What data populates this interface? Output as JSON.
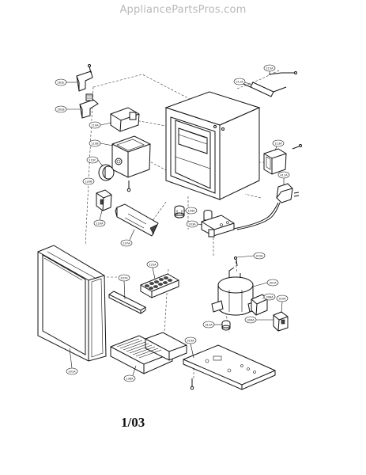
{
  "watermark": "AppliancePartsPros.com",
  "page_number": "1/03",
  "callouts": [
    "261E",
    "261B",
    "110A",
    "110B",
    "110C",
    "120A",
    "120B",
    "125A",
    "107A",
    "104A",
    "203A",
    "215A",
    "211A",
    "113A",
    "411A",
    "315A",
    "301A",
    "308A",
    "310A",
    "312A",
    "309A",
    "201A",
    "207A",
    "319A",
    "136A"
  ]
}
